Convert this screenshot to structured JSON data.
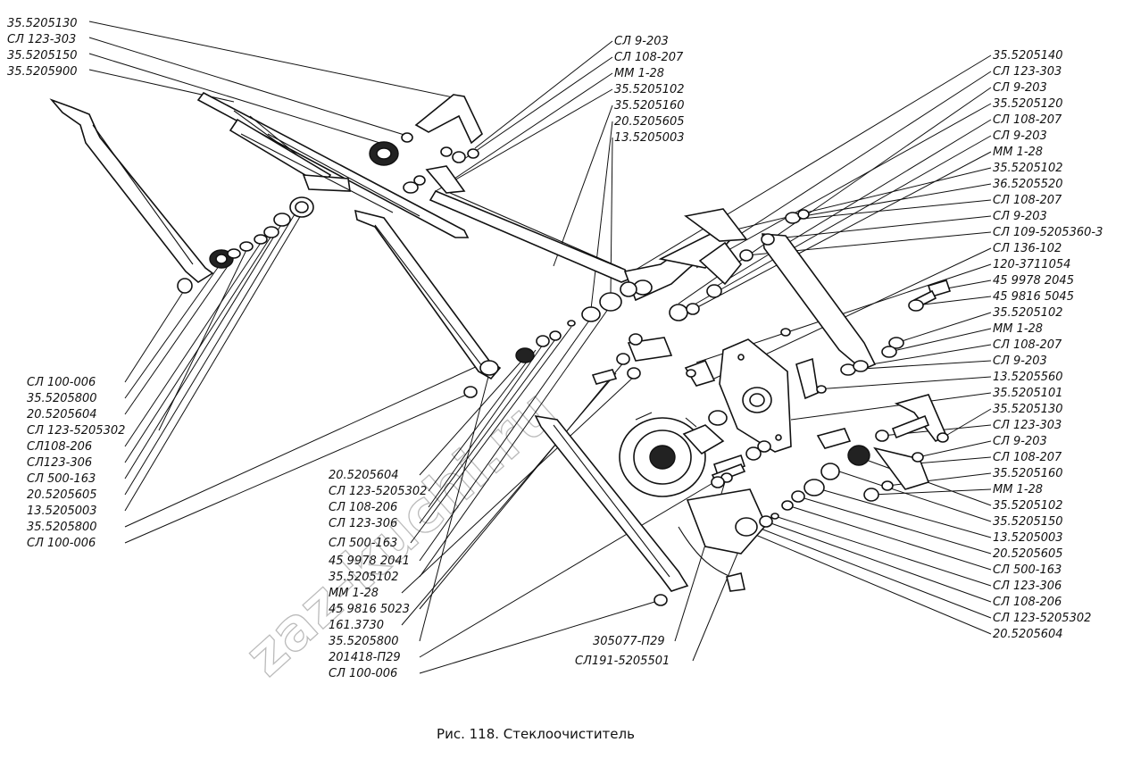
{
  "caption": "Рис. 118. Стеклоочиститель",
  "watermark": "zaz-kuchi.ru",
  "left_labels": [
    "35.5205130",
    "СЛ 123-303",
    "35.5205150",
    "35.5205900",
    "СЛ 100-006",
    "35.5205800",
    "20.5205604",
    "СЛ 123-5205302",
    "СЛ108-206",
    "СЛ123-306",
    "СЛ 500-163",
    "20.5205605",
    "13.5205003",
    "35.5205800",
    "СЛ 100-006"
  ],
  "top_labels": [
    "СЛ 9-203",
    "СЛ 108-207",
    "ММ 1-28",
    "35.5205102",
    "35.5205160",
    "20.5205605",
    "13.5205003"
  ],
  "right_labels": [
    "35.5205140",
    "СЛ 123-303",
    "СЛ 9-203",
    "35.5205120",
    "СЛ 108-207",
    "СЛ 9-203",
    "ММ 1-28",
    "35.5205102",
    "36.5205520",
    "СЛ 108-207",
    "СЛ 9-203",
    "СЛ 109-5205360-3",
    "СЛ 136-102",
    "120-3711054",
    "45 9978 2045",
    "45 9816 5045",
    "35.5205102",
    "ММ 1-28",
    "СЛ 108-207",
    "СЛ 9-203",
    "13.5205560",
    "35.5205101",
    "35.5205130",
    "СЛ 123-303",
    "СЛ 9-203",
    "СЛ 108-207",
    "35.5205160",
    "ММ 1-28",
    "35.5205102",
    "35.5205150",
    "13.5205003",
    "20.5205605",
    "СЛ 500-163",
    "СЛ 123-306",
    "СЛ 108-206",
    "СЛ 123-5205302",
    "20.5205604"
  ],
  "center_labels": [
    "20.5205604",
    "СЛ 123-5205302",
    "СЛ 108-206",
    "СЛ 123-306",
    "СЛ 500-163",
    "45 9978 2041",
    "35.5205102",
    "ММ 1-28",
    "45 9816 5023",
    "161.3730",
    "35.5205800",
    "201418-П29",
    "СЛ 100-006"
  ],
  "bottom_right_labels": [
    "305077-П29",
    "СЛ191-5205501"
  ]
}
